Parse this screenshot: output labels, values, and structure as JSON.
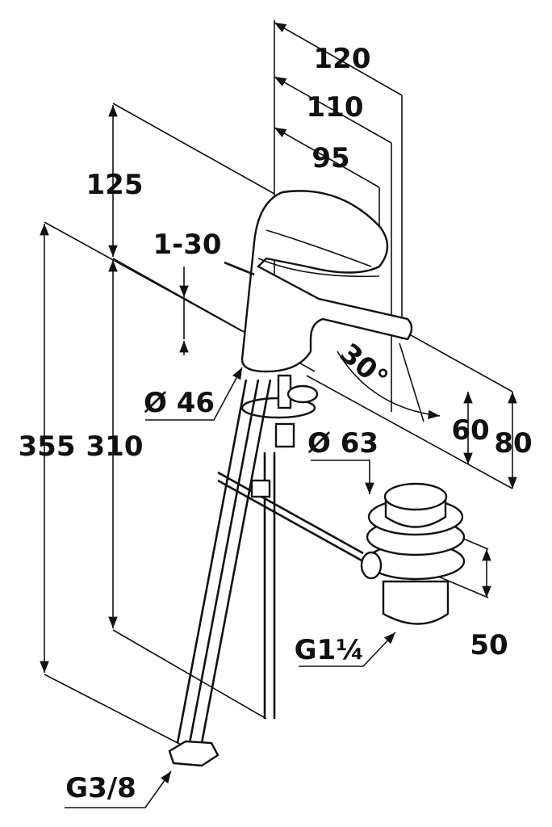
{
  "drawing": {
    "labels": {
      "w120": "120",
      "w110": "110",
      "w95": "95",
      "h125": "125",
      "h1_30": "1-30",
      "h355": "355",
      "h310": "310",
      "d46": "Ø 46",
      "angle30": "30°",
      "d63": "Ø 63",
      "h60": "60",
      "h80": "80",
      "h50": "50",
      "thread_waste": "G1¼",
      "thread_supply": "G3/8"
    }
  }
}
